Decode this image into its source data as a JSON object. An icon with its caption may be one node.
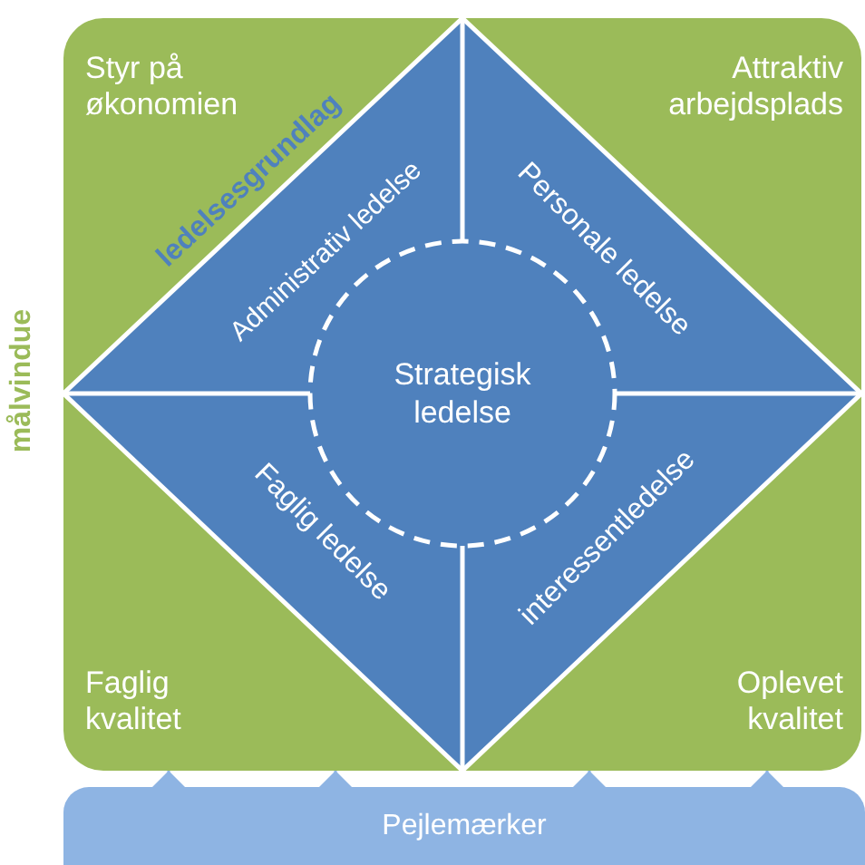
{
  "diagram": {
    "nodes": [
      {
        "text": [
          "Styr på økonomien"
        ]
      },
      {
        "text": [
          "Administrativ ledelse"
        ],
        "in": 0
      },
      {
        "text": [
          "Attraktiv arbejdsplads"
        ]
      },
      {
        "text": [
          "Personale ledelse"
        ],
        "in": 2
      },
      {
        "text": [
          "Strategisk ledelse"
        ]
      },
      {
        "text": [
          "Faglig kvalitet"
        ]
      },
      {
        "text": [
          "Faglig ledelse"
        ],
        "in": 5
      },
      {
        "text": [
          "Oplevet kvalitet"
        ]
      },
      {
        "text": [
          "interessentledelse"
        ],
        "in": 7
      },
      {
        "text": [
          "Pejlemærker"
        ]
      }
    ],
    "edges": [
      {
        "from": 9,
        "to": 5,
        "arrow": "to"
      },
      {
        "from": 9,
        "to": 5,
        "arrow": "to"
      },
      {
        "from": 9,
        "to": 7,
        "arrow": "to"
      },
      {
        "from": 9,
        "to": 7,
        "arrow": "to"
      }
    ],
    "labels": [
      "målvindue",
      "ledelsesgrundlag"
    ]
  }
}
